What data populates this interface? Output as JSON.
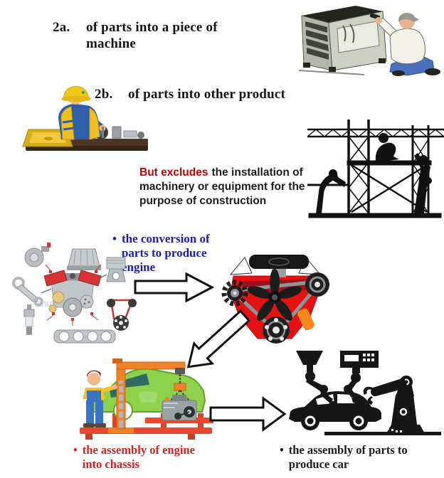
{
  "colors": {
    "blue_text": "#1c1cb4",
    "red_text": "#d02420",
    "excludes_red": "#c00000",
    "body_text": "#141414",
    "engine_red": "#e41212",
    "chassis_green": "#8ed14b",
    "crane_orange": "#f0822a"
  },
  "sections": {
    "item_2a": {
      "number": "2a.",
      "label": "of parts into a piece of machine"
    },
    "item_2b": {
      "number": "2b.",
      "label": "of parts into other product"
    },
    "excludes": {
      "lead": "But excludes",
      "rest": "the installation of machinery or equipment for the purpose of construction"
    },
    "bullets": {
      "conversion": {
        "marker": "•",
        "label": "the conversion of parts to produce engine"
      },
      "engine_into_chassis": {
        "marker": "•",
        "label": "the assembly of engine into chassis"
      },
      "parts_to_car": {
        "marker": "•",
        "label": "the assembly of parts to produce car"
      }
    }
  },
  "illustrations": {
    "machine_repair": "technician-repairing-machine",
    "workbench": "worker-assembling-parts-on-workbench",
    "scaffolding": "construction-workers-on-scaffolding",
    "engine_parts": "exploded-engine-parts",
    "engine": "assembled-engine",
    "chassis_assembly": "engine-hoisted-into-car-chassis",
    "car_assembly": "robot-arms-assembling-car",
    "watermark": "shutterstock"
  }
}
